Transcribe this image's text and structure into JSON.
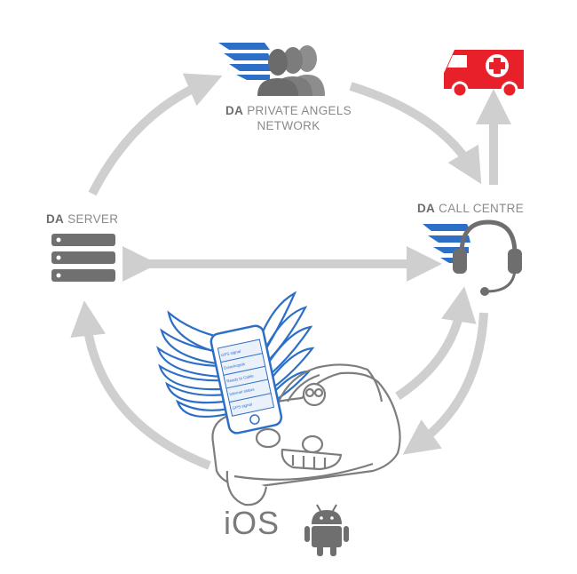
{
  "labels": {
    "angels": {
      "brand": "DA",
      "line1": "PRIVATE ANGELS",
      "line2": "NETWORK"
    },
    "server": {
      "brand": "DA",
      "text": "SERVER"
    },
    "callcentre": {
      "brand": "DA",
      "text": "CALL CENTRE"
    },
    "platform_ios": "iOS"
  },
  "phone_rows": [
    "GPS signal",
    "DriveAngels",
    "Ready to Cable",
    "Internet status",
    "GPS signal"
  ],
  "colors": {
    "arrow": "#cfcfcf",
    "icon_gray": "#6e6e6e",
    "brand_blue": "#2d6fc6",
    "ambulance_red": "#e8202a",
    "sketch": "#7d7d7d"
  },
  "icons": [
    "people-icon",
    "ambulance-icon",
    "server-icon",
    "headset-icon",
    "phone-icon",
    "car-icon",
    "android-icon"
  ]
}
